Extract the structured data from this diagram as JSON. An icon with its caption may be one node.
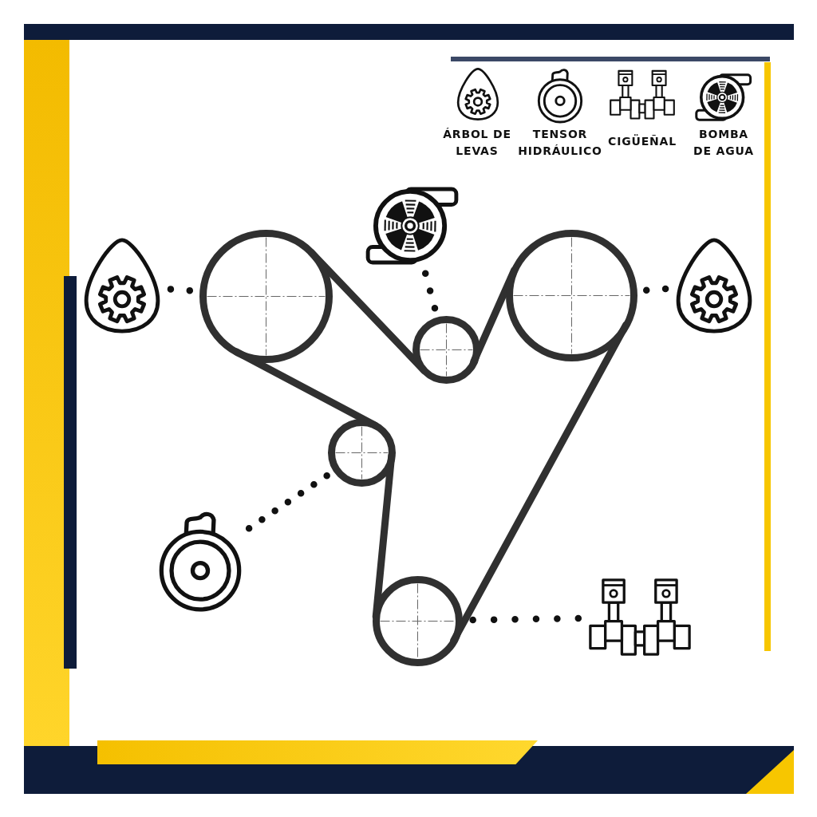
{
  "diagram": {
    "nodes": [
      {
        "text": [],
        "shape": "picture"
      },
      {
        "text": [],
        "shape": "picture"
      },
      {
        "text": [],
        "shape": "circle"
      },
      {
        "text": [],
        "shape": "circle"
      },
      {
        "text": [],
        "shape": "circle"
      },
      {
        "text": [],
        "shape": "picture"
      },
      {
        "text": [],
        "shape": "circle"
      },
      {
        "text": [],
        "shape": "picture"
      },
      {
        "text": [],
        "shape": "circle"
      },
      {
        "text": [],
        "shape": "picture"
      }
    ],
    "edges": [
      {
        "from": 2,
        "to": 3,
        "arrow": "none"
      },
      {
        "from": 3,
        "to": 4,
        "arrow": "none"
      },
      {
        "from": 4,
        "to": 8,
        "arrow": "none"
      },
      {
        "from": 8,
        "to": 6,
        "arrow": "none"
      },
      {
        "from": 6,
        "to": 2,
        "arrow": "none"
      },
      {
        "from": 0,
        "to": 3,
        "arrow": "none",
        "style": "dashed"
      },
      {
        "from": 1,
        "to": 2,
        "arrow": "none",
        "style": "dashed"
      },
      {
        "from": 5,
        "to": 4,
        "arrow": "none",
        "style": "dashed"
      },
      {
        "from": 7,
        "to": 6,
        "arrow": "none",
        "style": "dashed"
      },
      {
        "from": 9,
        "to": 8,
        "arrow": "none",
        "style": "dashed"
      }
    ],
    "legend": [
      {
        "text": "ÁRBOL DE LEVAS"
      },
      {
        "text": "TENSOR HIDRÁULICO"
      },
      {
        "text": "CIGÜEÑAL"
      },
      {
        "text": "BOMBA DE AGUA"
      }
    ]
  }
}
